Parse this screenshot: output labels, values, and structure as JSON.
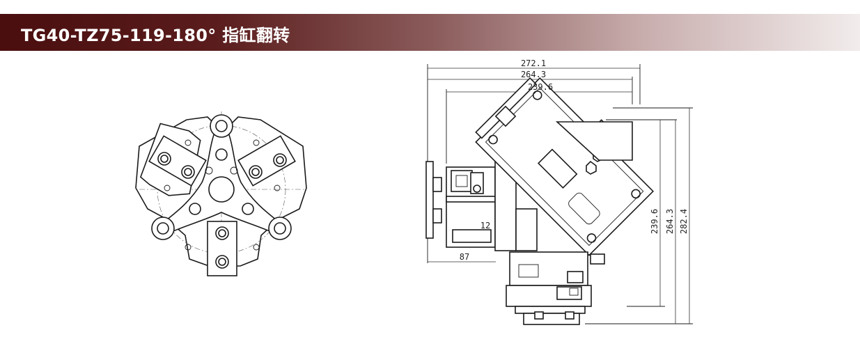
{
  "header": {
    "title": "TG40-TZ75-119-180° 指缸翻转",
    "bar_color": "#4a0e0e"
  },
  "side_view": {
    "dims": {
      "w1": "272.1",
      "w2": "264.3",
      "w3": "239.6",
      "h1": "239.6",
      "h2": "264.3",
      "h3": "282.4",
      "offset": "12",
      "base": "87"
    }
  }
}
